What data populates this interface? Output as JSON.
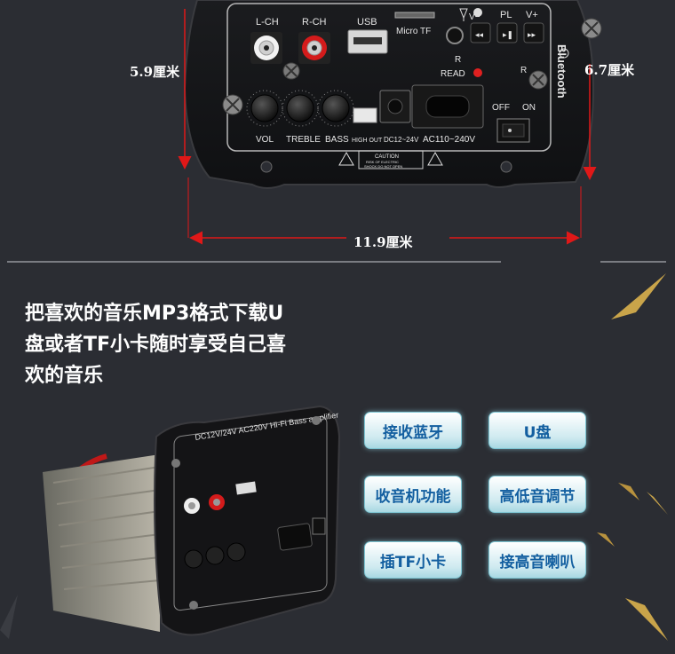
{
  "dimensions": {
    "height": "5.9厘米",
    "height_right": "6.7厘米",
    "width": "11.9厘米"
  },
  "panel_labels": {
    "lch": "L-CH",
    "rch": "R-CH",
    "usb": "USB",
    "micro_tf": "Micro TF",
    "vminus": "V−",
    "pl": "PL",
    "vplus": "V+",
    "read": "READ",
    "r_mark": "R",
    "bluetooth": "Bluetooth",
    "off": "OFF",
    "on": "ON",
    "vol": "VOL",
    "treble": "TREBLE",
    "bass": "BASS",
    "high_out": "HIGH OUT",
    "dc": "DC12~24V",
    "ac": "AC110~240V",
    "caution_1": "CAUTION",
    "caution_2": "RISK OF ELECTRIC",
    "caution_3": "SHOCK DO NOT OPEN"
  },
  "headline": {
    "line1": "把喜欢的音乐MP3格式下载U",
    "line2": "盘或者TF小卡随时享受自己喜",
    "line3": "欢的音乐"
  },
  "product_labels": {
    "top": "DC12V/24V AC220V Hi-Fi Bass amplifier"
  },
  "features": [
    "接收蓝牙",
    "U盘",
    "收音机功能",
    "高低音调节",
    "插TF小卡",
    "接高音喇叭"
  ],
  "colors": {
    "background": "#2b2d33",
    "arrow": "#e01818",
    "feature_text": "#135fa0",
    "accent_gold": "#c9a44a"
  }
}
